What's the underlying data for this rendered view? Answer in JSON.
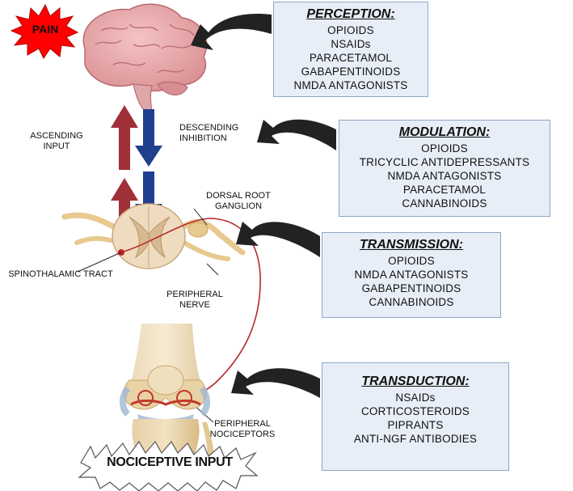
{
  "pain_label": "PAIN",
  "nociceptive_input_label": "NOCICEPTIVE INPUT",
  "anatomy_labels": {
    "ascending_input": [
      "ASCENDING",
      "INPUT"
    ],
    "descending_inhibition": [
      "DESCENDING",
      "INHIBITION"
    ],
    "dorsal_root_ganglion": [
      "DORSAL ROOT",
      "GANGLION"
    ],
    "spinothalamic_tract": "SPINOTHALAMIC TRACT",
    "peripheral_nerve": [
      "PERIPHERAL",
      "NERVE"
    ],
    "peripheral_nociceptors": [
      "PERIPHERAL",
      "NOCICEPTORS"
    ]
  },
  "boxes": {
    "perception": {
      "title": "PERCEPTION:",
      "items": [
        "OPIOIDS",
        "NSAIDs",
        "PARACETAMOL",
        "GABAPENTINOIDS",
        "NMDA ANTAGONISTS"
      ]
    },
    "modulation": {
      "title": "MODULATION:",
      "items": [
        "OPIOIDS",
        "TRICYCLIC ANTIDEPRESSANTS",
        "NMDA ANTAGONISTS",
        "PARACETAMOL",
        "CANNABINOIDS"
      ]
    },
    "transmission": {
      "title": "TRANSMISSION:",
      "items": [
        "OPIOIDS",
        "NMDA ANTAGONISTS",
        "GABAPENTINOIDS",
        "CANNABINOIDS"
      ]
    },
    "transduction": {
      "title": "TRANSDUCTION:",
      "items": [
        "NSAIDs",
        "CORTICOSTEROIDS",
        "PIPRANTS",
        "ANTI-NGF ANTIBODIES"
      ]
    }
  },
  "colors": {
    "ascending_arrow": "#a03038",
    "descending_arrow": "#1f3f8f",
    "box_fill": "#e8eef7",
    "box_border": "#8ea6c8",
    "pain_burst": "#ff0000",
    "curved_arrow": "#222222",
    "nerve_line": "#b52a2a"
  },
  "icons": {
    "brain": "brain-icon",
    "spinal_cord": "spinal-cord-icon",
    "knee": "knee-joint-icon"
  }
}
